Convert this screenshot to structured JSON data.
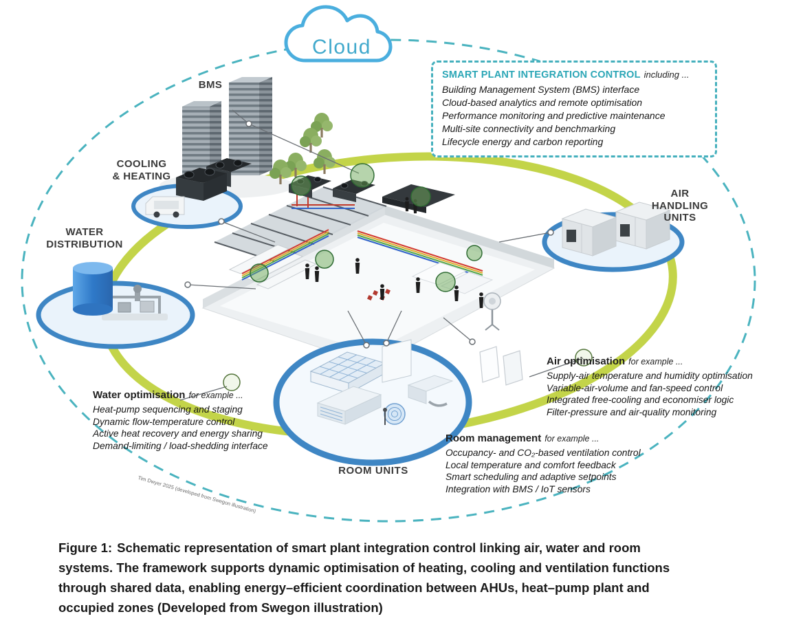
{
  "cloud": {
    "label": "Cloud"
  },
  "node_labels": {
    "bms": "BMS",
    "cooling_heating": "COOLING\n& HEATING",
    "water_distribution": "WATER\nDISTRIBUTION",
    "air_handling_units": "AIR\nHANDLING\nUNITS",
    "room_units": "ROOM UNITS"
  },
  "integration_box": {
    "title": "SMART PLANT INTEGRATION CONTROL",
    "suffix": "including ...",
    "items": [
      "Building Management System (BMS) interface",
      "Cloud-based analytics and remote optimisation",
      "Performance monitoring and predictive maintenance",
      "Multi-site connectivity and benchmarking",
      "Lifecycle energy and carbon reporting"
    ]
  },
  "water_optimisation": {
    "title": "Water optimisation",
    "suffix": "for example ...",
    "items": [
      "Heat-pump sequencing and staging",
      "Dynamic flow-temperature control",
      "Active heat recovery and energy sharing",
      "Demand-limiting / load-shedding interface"
    ]
  },
  "air_optimisation": {
    "title": "Air optimisation",
    "suffix": "for example ...",
    "items": [
      "Supply-air temperature and humidity optimisation",
      "Variable-air-volume and fan-speed control",
      "Integrated free-cooling and economiser logic",
      "Filter-pressure and air-quality monitoring"
    ]
  },
  "room_management": {
    "title": "Room management",
    "suffix": "for example ...",
    "items": [
      "Occupancy- and CO₂-based ventilation control",
      "Local temperature and comfort feedback",
      "Smart scheduling and adaptive setpoints",
      "Integration with BMS / IoT sensors"
    ]
  },
  "credit": "Tim Dwyer 2025 (developed from Swegon illustration)",
  "caption": {
    "label": "Figure 1:",
    "text": "Schematic representation of smart plant integration control linking air, water and room systems. The framework supports dynamic optimisation of heating, cooling and ventilation functions through shared data, enabling energy–efficient coordination between AHUs, heat–pump plant and occupied zones (Developed from Swegon illustration)"
  },
  "colors": {
    "boundary_teal": "#45b0bd",
    "cloud_blue": "#41a9cc",
    "heading_teal": "#2ba6b6",
    "ring_green": "#bccf35",
    "platform_blue": "#3e86c4",
    "node_green": "#3f7a3f",
    "label_dark": "#3a3a3a"
  }
}
